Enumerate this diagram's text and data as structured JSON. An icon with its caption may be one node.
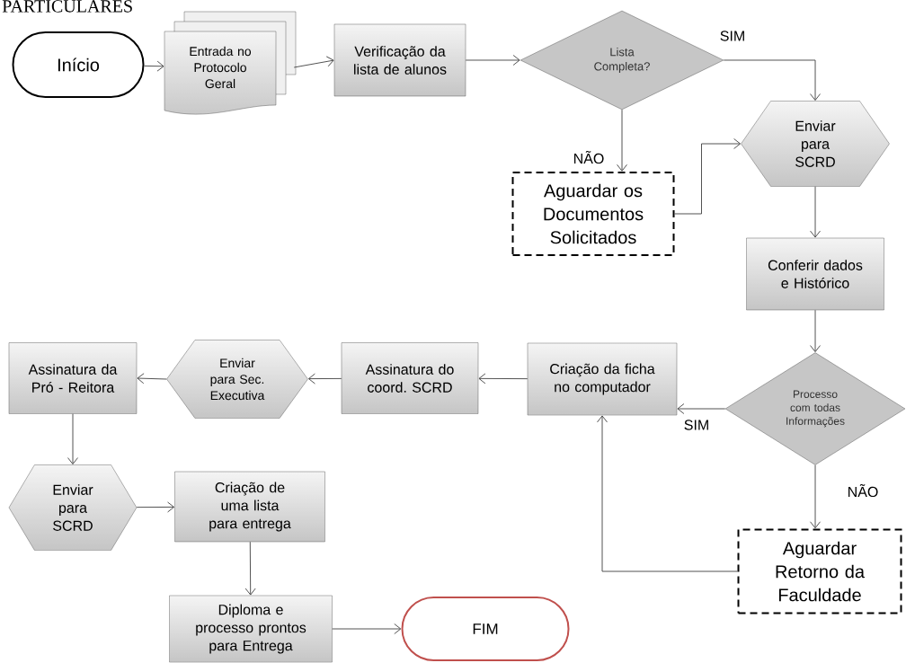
{
  "diagram": {
    "nodes": [
      {
        "text": [
          "Início"
        ]
      },
      {
        "text": [
          "Entrada no Protocolo Geral"
        ]
      },
      {
        "text": [
          "Verificação da lista de alunos"
        ]
      },
      {
        "text": [
          "Lista Completa?"
        ]
      },
      {
        "text": [
          "Enviar para SCRD"
        ]
      },
      {
        "text": [
          "Aguardar os Documentos Solicitados"
        ]
      },
      {
        "text": [
          "Conferir dados e Histórico"
        ]
      },
      {
        "text": [
          "Processo com todas Informações"
        ]
      },
      {
        "text": [
          "Criação da ficha no computador"
        ]
      },
      {
        "text": [
          "Assinatura do coord. SCRD"
        ]
      },
      {
        "text": [
          "Enviar para Sec. Executiva"
        ]
      },
      {
        "text": [
          "Assinatura da Pró - Reitora"
        ]
      },
      {
        "text": [
          "Enviar para SCRD"
        ]
      },
      {
        "text": [
          "Criação de uma lista para entrega"
        ]
      },
      {
        "text": [
          "Aguardar Retorno da Faculdade"
        ]
      },
      {
        "text": [
          "Diploma e processo prontos para Entrega"
        ]
      },
      {
        "text": [
          "FIM"
        ]
      }
    ],
    "edges": [
      {
        "from": 0,
        "to": 1,
        "arrow": "to"
      },
      {
        "from": 1,
        "to": 2,
        "arrow": "to"
      },
      {
        "from": 2,
        "to": 3,
        "arrow": "to"
      },
      {
        "from": 3,
        "to": 4,
        "arrow": "to",
        "label": "SIM"
      },
      {
        "from": 3,
        "to": 5,
        "arrow": "to",
        "label": "NÃO"
      },
      {
        "from": 5,
        "to": 4,
        "arrow": "to"
      },
      {
        "from": 4,
        "to": 6,
        "arrow": "to"
      },
      {
        "from": 6,
        "to": 7,
        "arrow": "to"
      },
      {
        "from": 7,
        "to": 8,
        "arrow": "to",
        "label": "SIM"
      },
      {
        "from": 7,
        "to": 14,
        "arrow": "to",
        "label": "NÃO"
      },
      {
        "from": 14,
        "to": 8,
        "arrow": "to"
      },
      {
        "from": 8,
        "to": 9,
        "arrow": "to"
      },
      {
        "from": 9,
        "to": 10,
        "arrow": "to"
      },
      {
        "from": 10,
        "to": 11,
        "arrow": "to"
      },
      {
        "from": 11,
        "to": 12,
        "arrow": "to"
      },
      {
        "from": 12,
        "to": 13,
        "arrow": "to"
      },
      {
        "from": 13,
        "to": 15,
        "arrow": "to"
      },
      {
        "from": 15,
        "to": 16,
        "arrow": "to"
      }
    ],
    "labels": [
      "PARTICULARES"
    ]
  }
}
